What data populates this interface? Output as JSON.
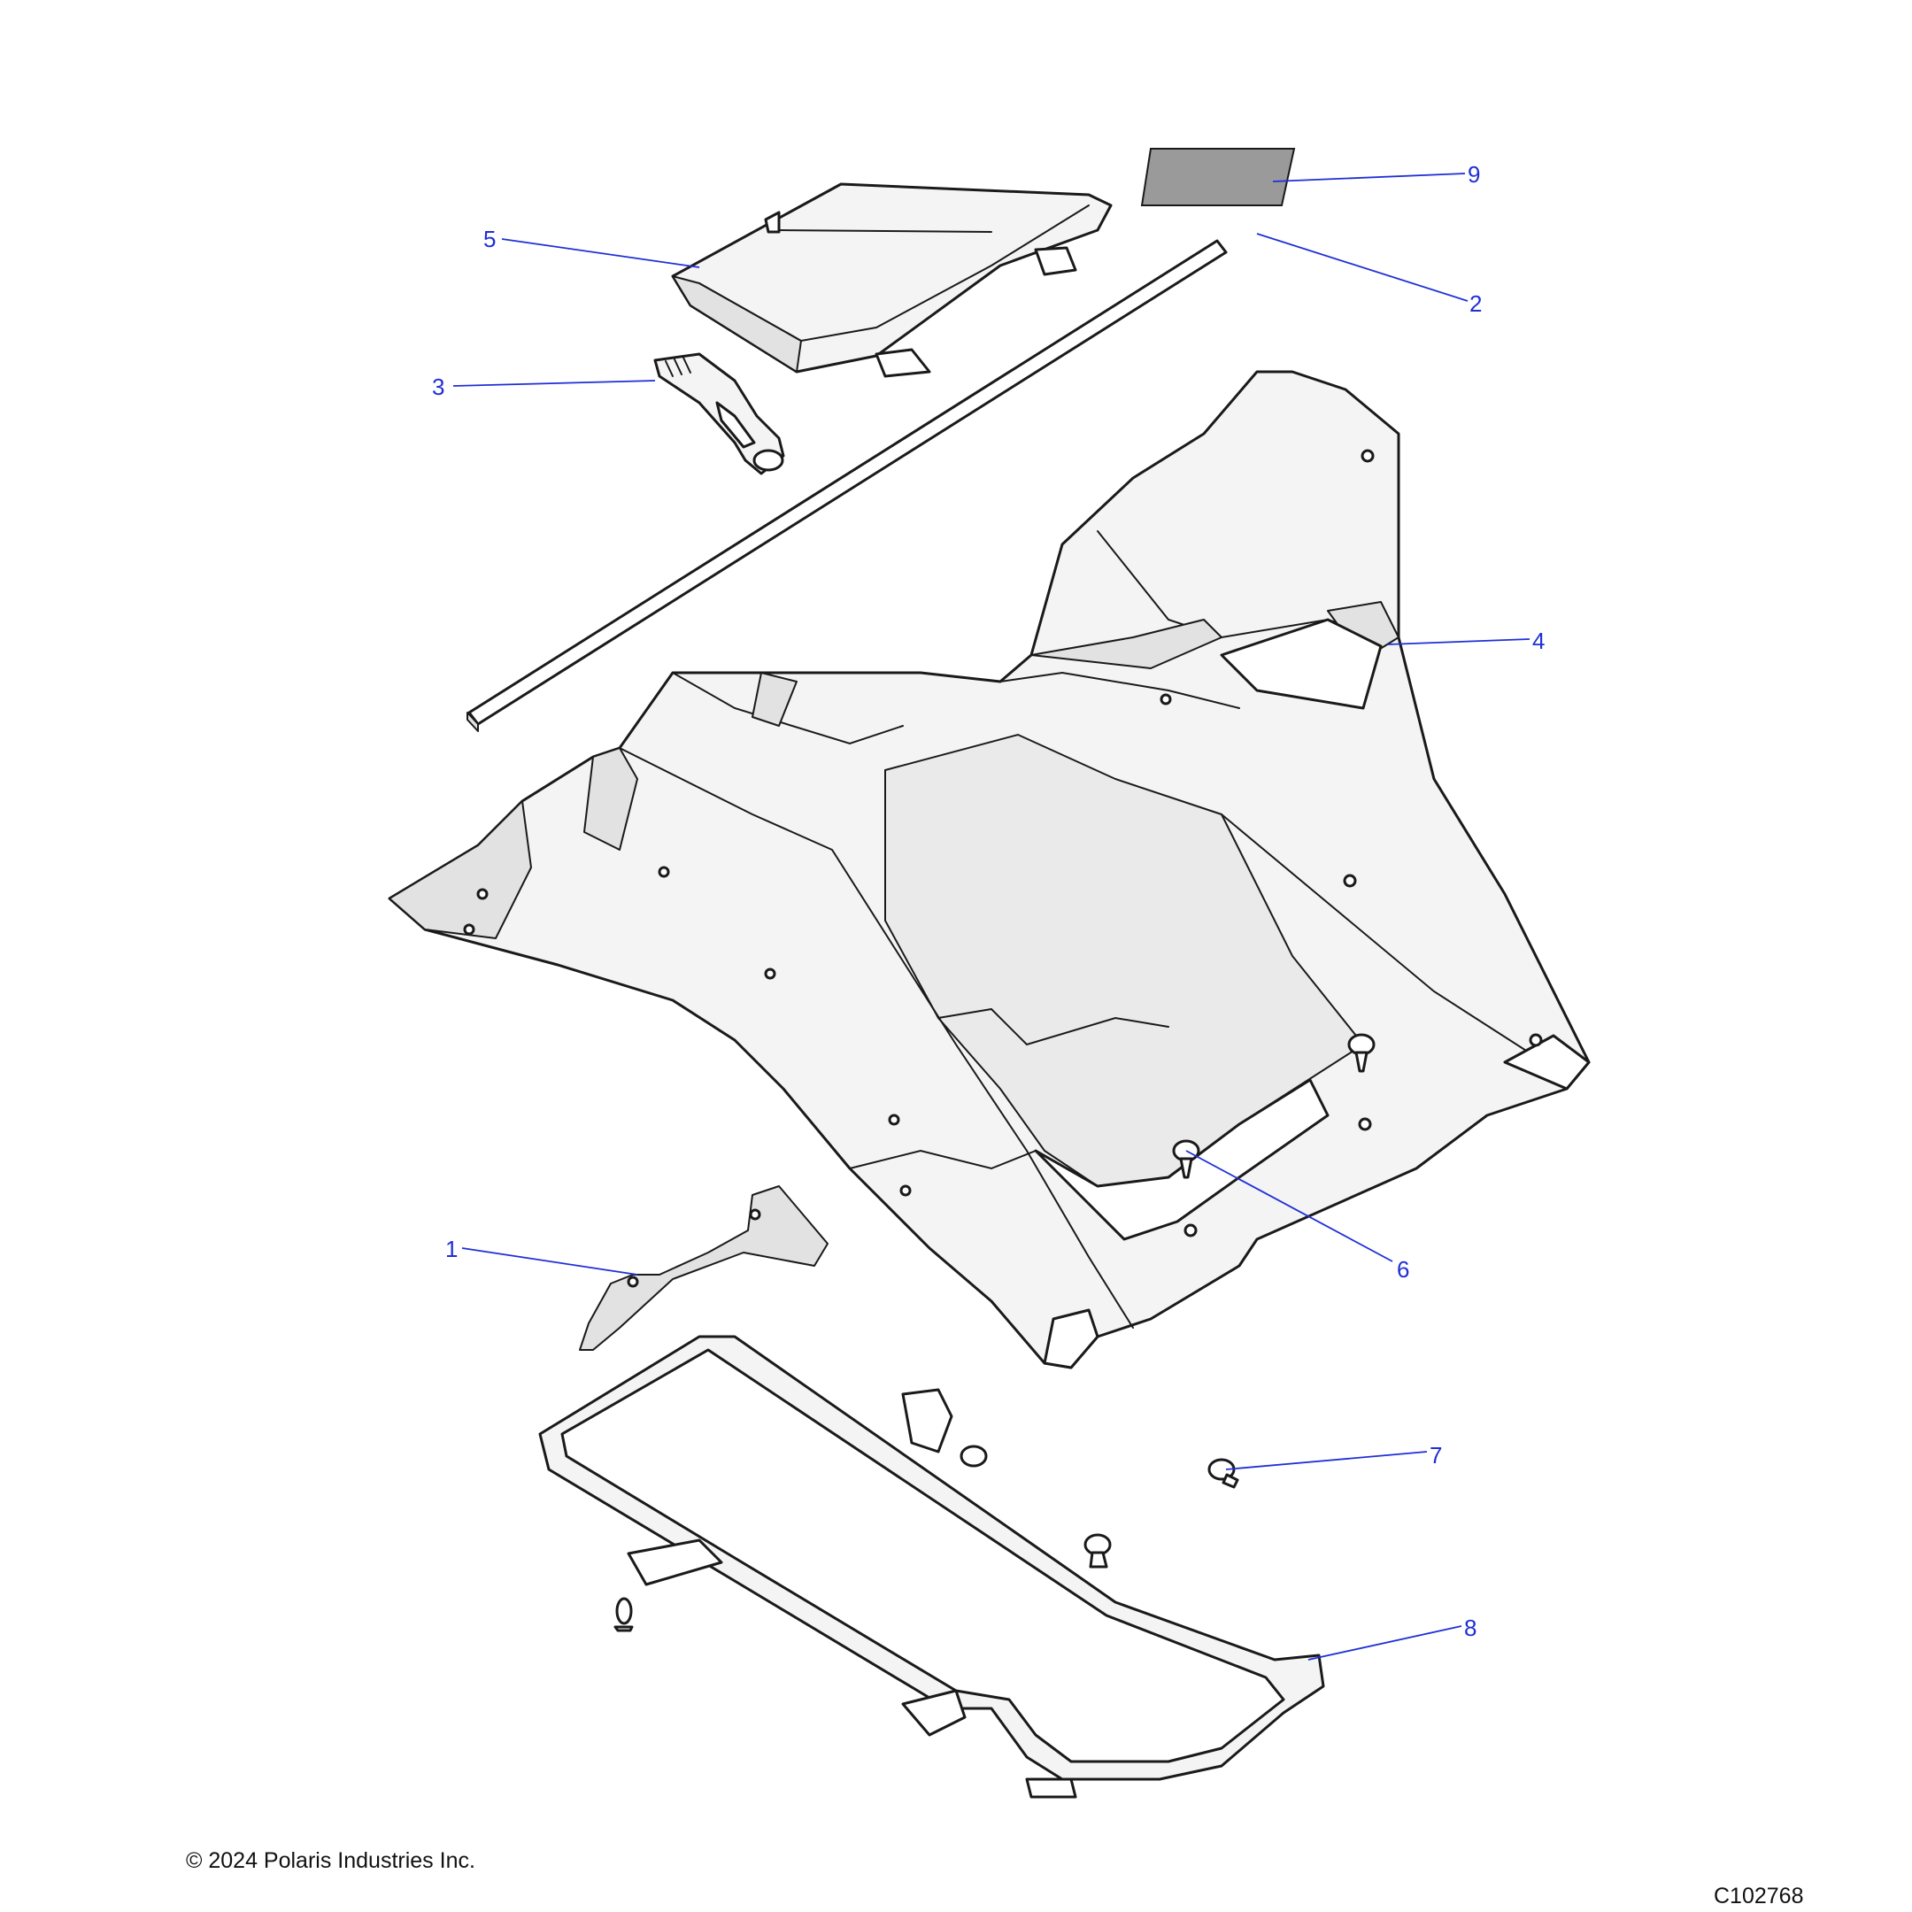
{
  "callouts": [
    "1",
    "2",
    "3",
    "4",
    "5",
    "6",
    "7",
    "8",
    "9"
  ],
  "footer": {
    "copyright": "© 2024 Polaris Industries Inc.",
    "figure_id": "C102768"
  },
  "colors": {
    "callout": "#1f2fd6",
    "line": "#1a1a1a",
    "part_fill": "#f4f4f4",
    "label_fill": "#9a9a9a"
  }
}
